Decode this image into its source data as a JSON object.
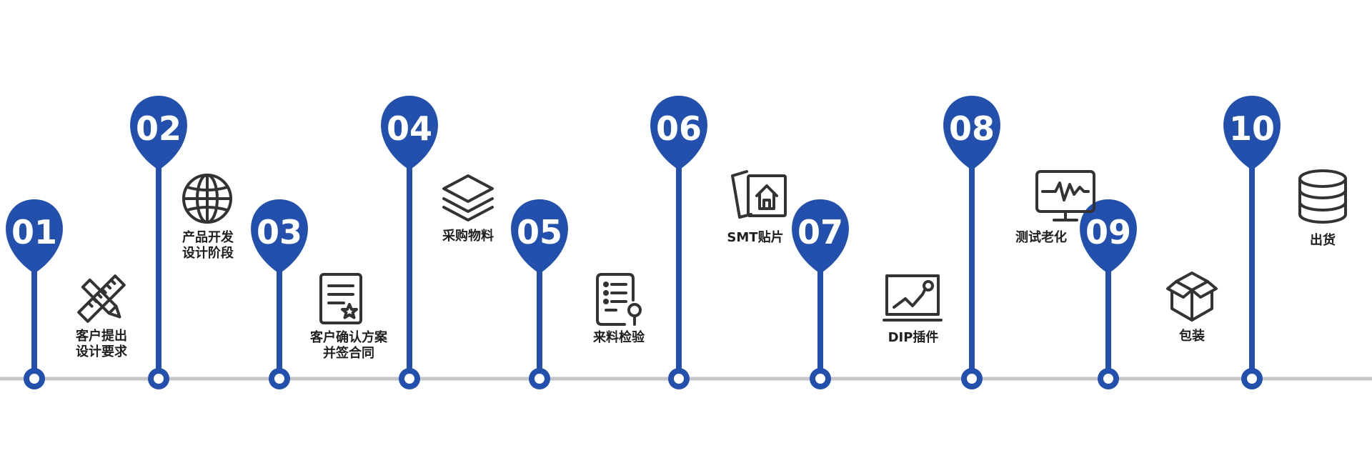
{
  "accent_color": "#2350ad",
  "baseline_color": "#c6c6c6",
  "icon_color": "#333333",
  "steps": [
    {
      "number": "01",
      "lines": [
        "客户提出",
        "设计要求"
      ],
      "icon": "ruler-pencil-icon"
    },
    {
      "number": "02",
      "lines": [
        "产品开发",
        "设计阶段"
      ],
      "icon": "globe-icon"
    },
    {
      "number": "03",
      "lines": [
        "客户确认方案",
        "并签合同"
      ],
      "icon": "contract-document-icon"
    },
    {
      "number": "04",
      "lines": [
        "采购物料"
      ],
      "icon": "layers-icon"
    },
    {
      "number": "05",
      "lines": [
        "来料检验"
      ],
      "icon": "checklist-icon"
    },
    {
      "number": "06",
      "lines": [
        "SMT贴片"
      ],
      "icon": "pictures-home-icon"
    },
    {
      "number": "07",
      "lines": [
        "DIP插件"
      ],
      "icon": "chart-board-icon"
    },
    {
      "number": "08",
      "lines": [
        "测试老化"
      ],
      "icon": "monitor-pulse-icon"
    },
    {
      "number": "09",
      "lines": [
        "包装"
      ],
      "icon": "package-box-icon"
    },
    {
      "number": "10",
      "lines": [
        "出货"
      ],
      "icon": "database-icon"
    }
  ]
}
